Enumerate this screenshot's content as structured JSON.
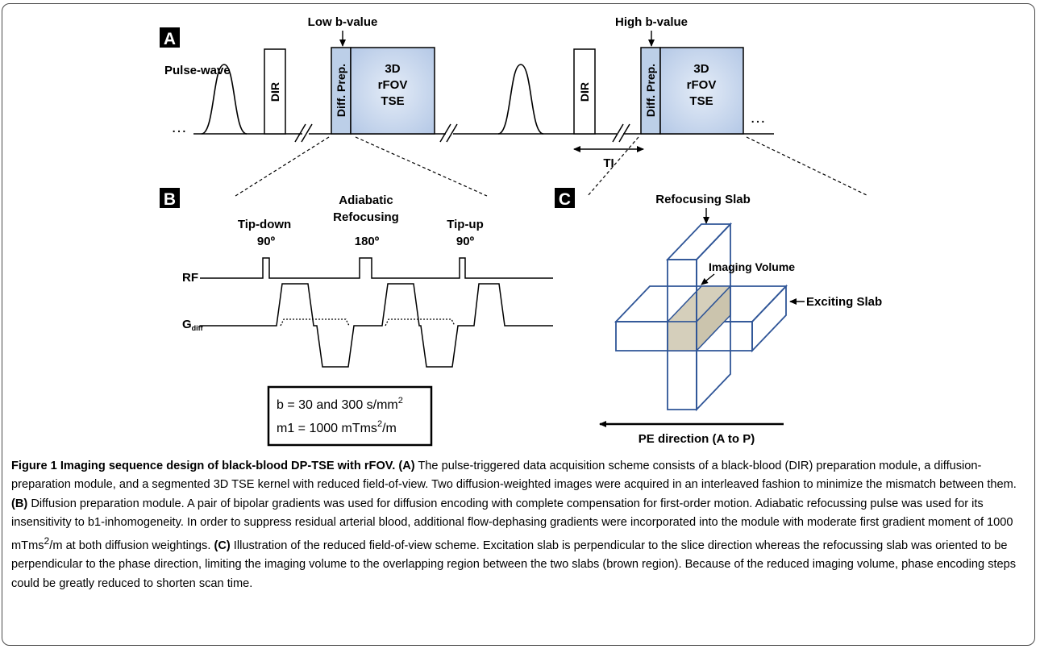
{
  "panel_a": {
    "label": "A",
    "low_b_label": "Low b-value",
    "high_b_label": "High b-value",
    "pulse_wave_label": "Pulse-wave",
    "dir_label": "DIR",
    "diff_prep_label": "Diff. Prep.",
    "tse_lines": [
      "3D",
      "rFOV",
      "TSE"
    ],
    "ellipsis": "…",
    "ti_label": "TI"
  },
  "panel_b": {
    "label": "B",
    "pulses": [
      {
        "name": "Tip-down",
        "angle": "90º"
      },
      {
        "name_lines": [
          "Adiabatic",
          "Refocusing"
        ],
        "angle": "180º"
      },
      {
        "name": "Tip-up",
        "angle": "90º"
      }
    ],
    "rf_label": "RF",
    "g_label": "G",
    "g_sub": "diff",
    "formula_line1": {
      "text": "b = 30 and 300 s/mm",
      "sup": "2"
    },
    "formula_line2": {
      "text1": "m1 = 1000  mTms",
      "sup": "2",
      "text2": "/m"
    }
  },
  "panel_c": {
    "label": "C",
    "refocusing_slab": "Refocusing Slab",
    "imaging_volume": "Imaging Volume",
    "exciting_slab": "Exciting Slab",
    "pe_direction": "PE direction (A to P)"
  },
  "colors": {
    "box_blue": "#bccfe8",
    "box_blue_center": "#dde7f4",
    "slab_stroke": "#2f5597",
    "overlap_fill": "#d5cfbb"
  },
  "caption": {
    "title": "Figure 1 Imaging sequence design of black-blood DP-TSE with rFOV.",
    "a_tag": "(A)",
    "a_text": "The pulse-triggered data acquisition scheme consists of a black-blood (DIR) preparation module, a diffusion-preparation module, and a segmented 3D TSE kernel with reduced field-of-view. Two diffusion-weighted images were acquired in an interleaved fashion to minimize the mismatch between them.",
    "b_tag": "(B)",
    "b_text1": "Diffusion preparation module. A pair of bipolar gradients was used for diffusion encoding with complete compensation for first-order motion. Adiabatic refocussing pulse was used for its insensitivity to b1-inhomogeneity. In order to suppress residual arterial blood, additional flow-dephasing gradients were incorporated into the module with moderate first gradient moment of 1000 mTms",
    "b_sup": "2",
    "b_text2": "/m at both diffusion weightings.",
    "c_tag": "(C)",
    "c_text": "Illustration of the reduced field-of-view scheme. Excitation slab is perpendicular to the slice direction whereas the refocussing slab was oriented to be perpendicular to the phase direction, limiting the imaging volume to the overlapping region between the two slabs (brown region). Because of the reduced imaging volume, phase encoding steps could be greatly reduced to shorten scan time."
  }
}
